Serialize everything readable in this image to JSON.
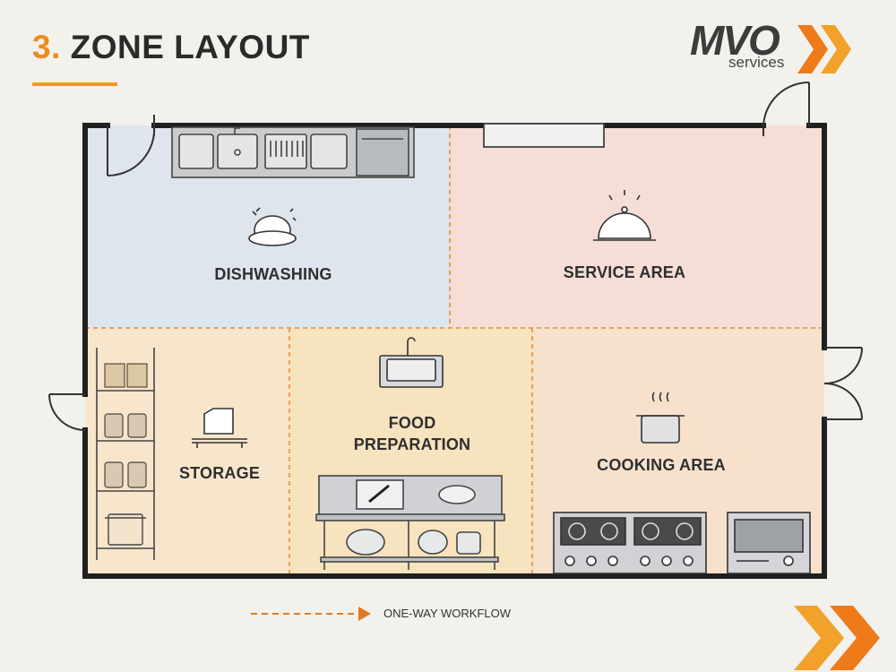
{
  "header": {
    "number": "3.",
    "title": "ZONE LAYOUT"
  },
  "logo": {
    "brand": "MVO",
    "tagline": "services"
  },
  "zones": {
    "dishwashing": "DISHWASHING",
    "service": "SERVICE AREA",
    "storage": "STORAGE",
    "food_prep_line1": "FOOD",
    "food_prep_line2": "PREPARATION",
    "cooking": "COOKING AREA"
  },
  "legend": {
    "label": "ONE-WAY WORKFLOW"
  },
  "colors": {
    "accent_orange": "#ee8a1f",
    "dishwashing_zone": "#dfe5ec",
    "service_zone": "#f6ddd6",
    "storage_zone": "#f8e6cc",
    "prep_zone": "#f8e3bf",
    "cooking_zone": "#f7e1cc",
    "wall": "#1f1f1f"
  }
}
